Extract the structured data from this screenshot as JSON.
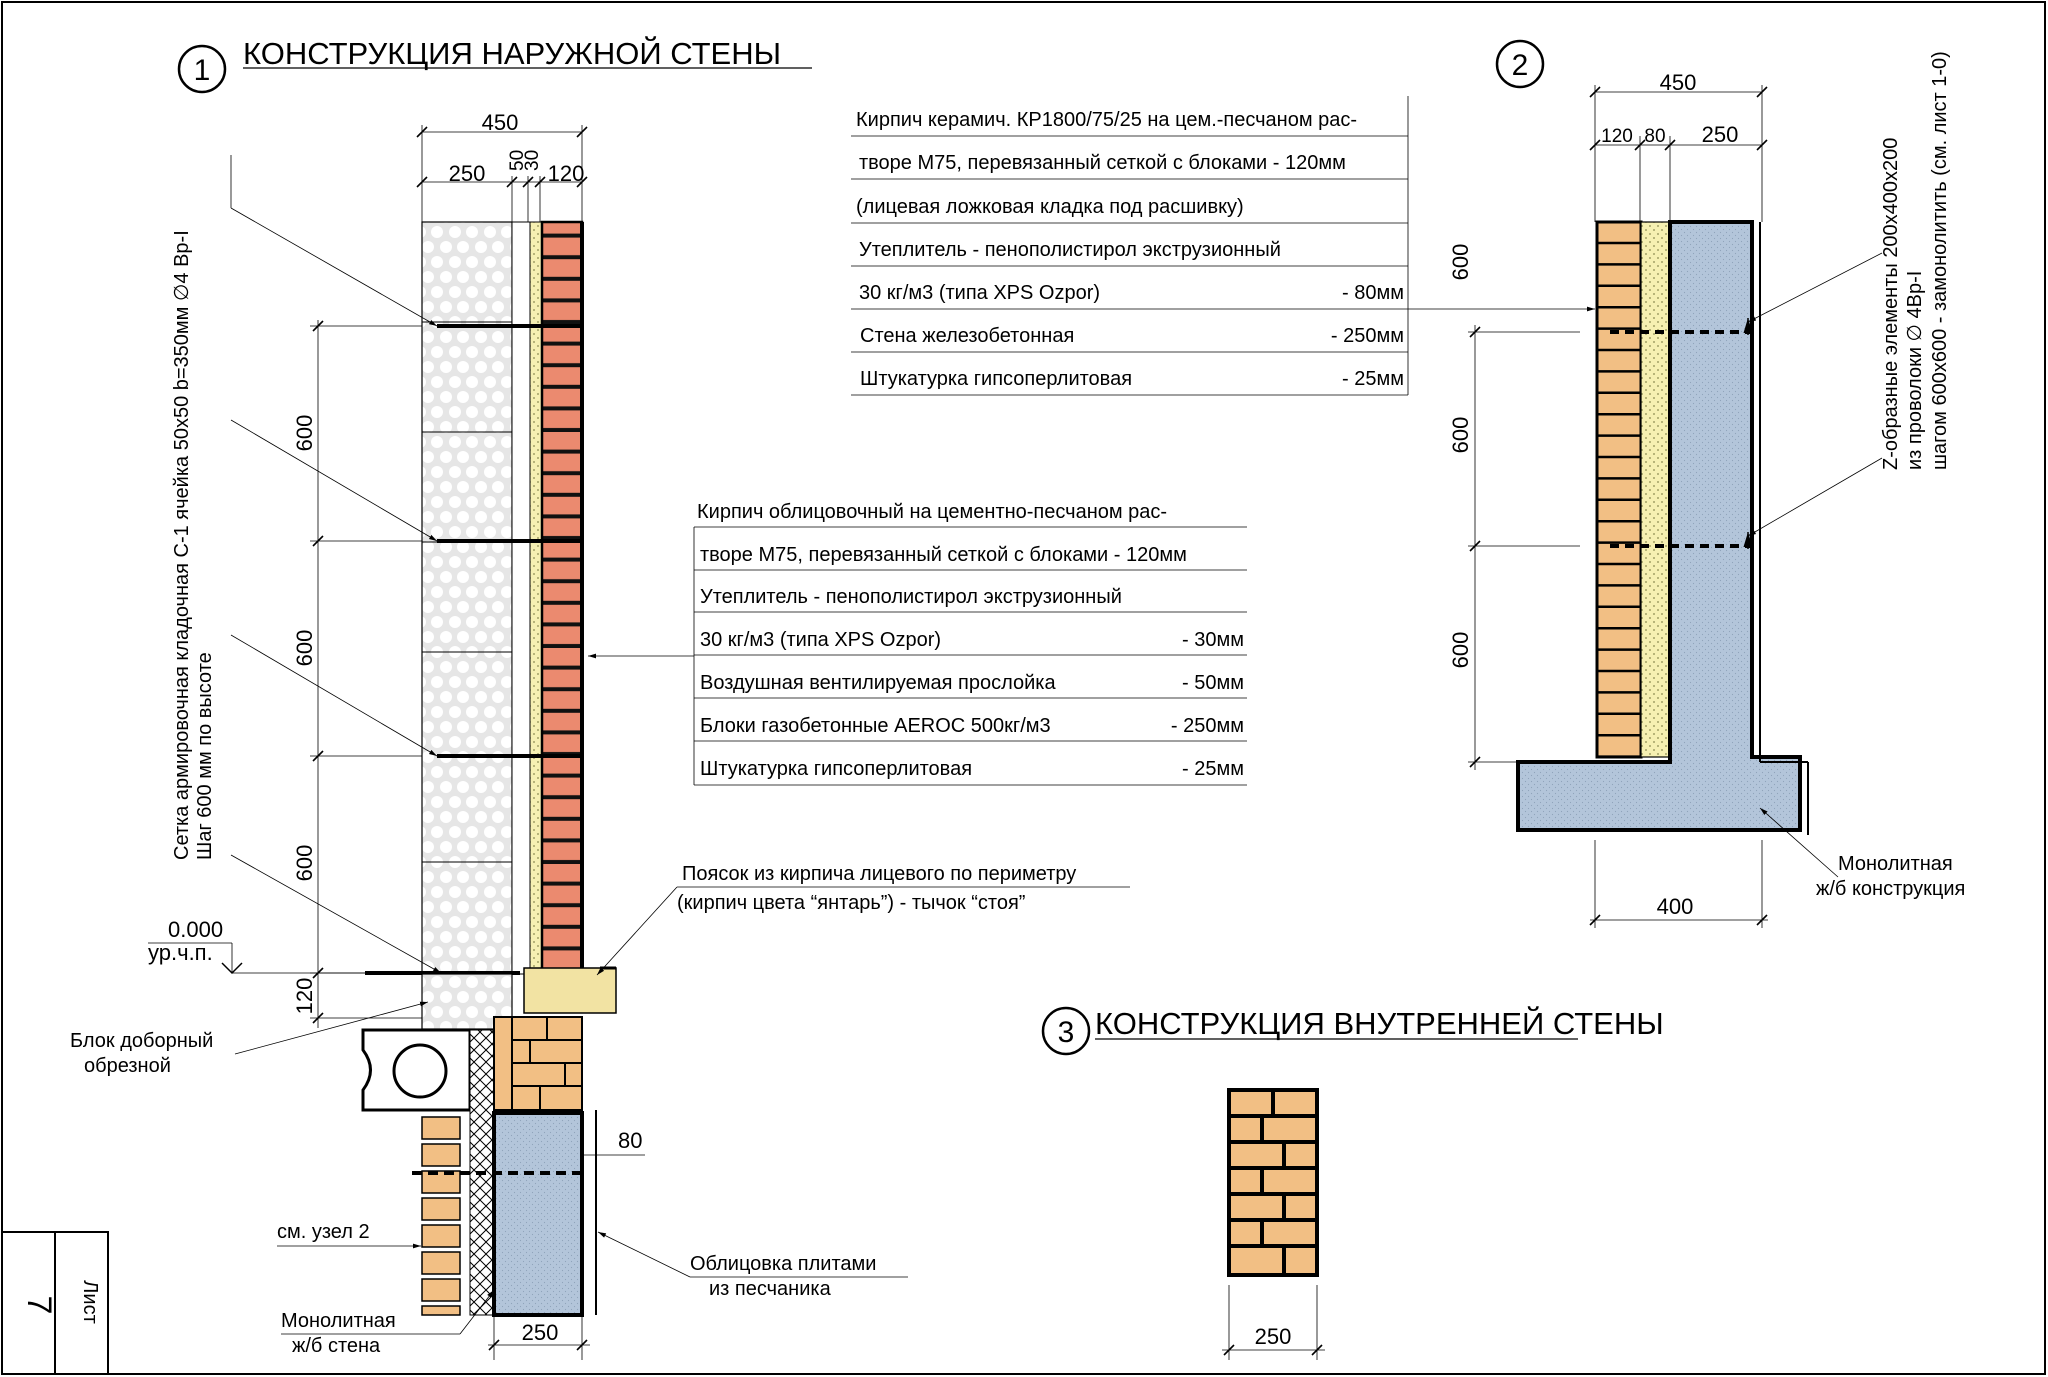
{
  "sheet": {
    "label": "Лист",
    "number": "7"
  },
  "section1": {
    "num": "1",
    "title": "КОНСТРУКЦИЯ НАРУЖНОЙ СТЕНЫ",
    "dims_top": {
      "total": "450",
      "d250": "250",
      "d50": "50",
      "d30": "30",
      "d120": "120"
    },
    "dims_left": [
      "600",
      "600",
      "600",
      "120"
    ],
    "dim_80": "80",
    "dim_250": "250",
    "level": {
      "value": "0.000",
      "label": "ур.ч.п."
    },
    "mesh_note": [
      "Сетка армировочная кладочная С-1 ячейка 50х50 b=350мм ∅4 Вр-I",
      "Шаг 600 мм по высоте"
    ],
    "layers": [
      {
        "text": "Кирпич облицовочный на цементно-песчаном рас-",
        "value": ""
      },
      {
        "text": "творе М75, перевязанный сеткой с блоками - 120мм",
        "value": ""
      },
      {
        "text": "Утеплитель - пенополистирол экструзионный",
        "value": ""
      },
      {
        "text": "30 кг/м3 (типа  XPS Ozpor)",
        "value": "- 30мм"
      },
      {
        "text": "Воздушная вентилируемая прослойка",
        "value": "- 50мм"
      },
      {
        "text": "Блоки газобетонные AEROC 500кг/м3",
        "value": "- 250мм"
      },
      {
        "text": "Штукатурка гипсоперлитовая",
        "value": "- 25мм"
      }
    ],
    "belt_note": [
      "Поясок из кирпича лицевого по периметру",
      "(кирпич цвета “янтарь”) - тычок “стоя”"
    ],
    "block_note": [
      "Блок доборный",
      "обрезной"
    ],
    "ref_note": "см. узел 2",
    "wall_note": [
      "Монолитная",
      "ж/б стена"
    ],
    "cladding_note": [
      "Облицовка плитами",
      "из песчаника"
    ]
  },
  "section2": {
    "num": "2",
    "dims_top": {
      "total": "450",
      "d120": "120",
      "d80": "80",
      "d250": "250"
    },
    "dims_left": [
      "600",
      "600",
      "600"
    ],
    "dim_bottom": "400",
    "layers": [
      {
        "text": "Кирпич керамич. КР1800/75/25 на цем.-песчаном рас-",
        "value": ""
      },
      {
        "text": "творе М75, перевязанный сеткой с блоками - 120мм",
        "value": ""
      },
      {
        "text": "(лицевая ложковая кладка под расшивку)",
        "value": ""
      },
      {
        "text": "Утеплитель - пенополистирол экструзионный",
        "value": ""
      },
      {
        "text": "30 кг/м3 (типа  XPS Ozpor)",
        "value": "- 80мм"
      },
      {
        "text": "Стена железобетонная",
        "value": "-  250мм"
      },
      {
        "text": "Штукатурка гипсоперлитовая",
        "value": "- 25мм"
      }
    ],
    "z_note": [
      "Z-образные элементы 200х400х200",
      "из проволоки  ∅ 4Вр-I",
      "шагом 600х600 - замонолитить (см. лист 1-0)"
    ],
    "mono_note": [
      "Монолитная",
      "ж/б конструкция"
    ]
  },
  "section3": {
    "num": "3",
    "title": "КОНСТРУКЦИЯ  ВНУТРЕННЕЙ  СТЕНЫ",
    "dim": "250"
  }
}
